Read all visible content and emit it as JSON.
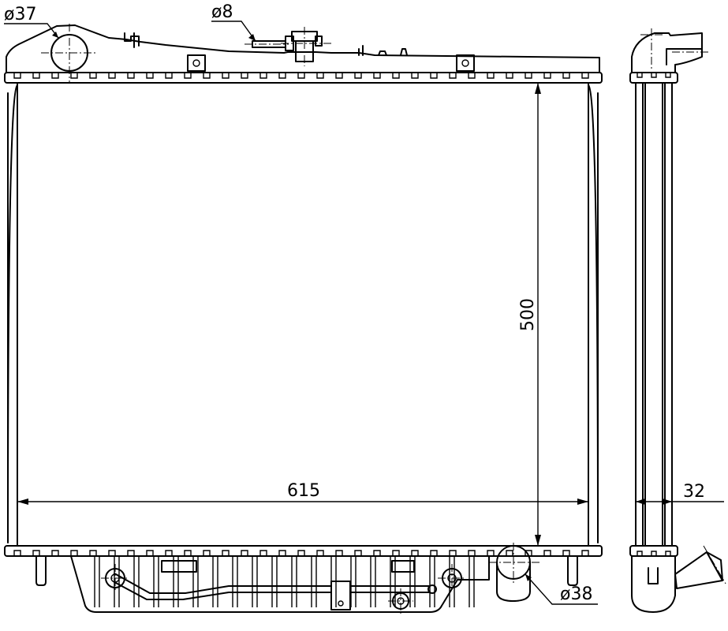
{
  "dimensions": {
    "outlet_diameter": "ø37",
    "overflow_diameter": "ø8",
    "inlet_diameter": "ø38",
    "core_width": "615",
    "core_height": "500",
    "core_thickness": "32"
  }
}
